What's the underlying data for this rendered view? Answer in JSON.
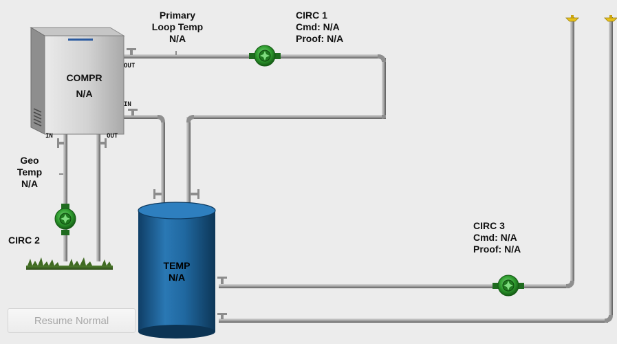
{
  "compressor": {
    "name": "COMPR",
    "value": "N/A",
    "out_port": "OUT",
    "in_port": "IN",
    "geo_in_port": "IN",
    "geo_out_port": "OUT"
  },
  "primary_loop": {
    "line1": "Primary",
    "line2": "Loop Temp",
    "value": "N/A"
  },
  "circ1": {
    "name": "CIRC 1",
    "cmd": "Cmd: N/A",
    "proof": "Proof: N/A"
  },
  "geo": {
    "line1": "Geo",
    "line2": "Temp",
    "value": "N/A"
  },
  "circ2": {
    "name": "CIRC 2"
  },
  "tank": {
    "name": "TEMP",
    "value": "N/A"
  },
  "circ3": {
    "name": "CIRC 3",
    "cmd": "Cmd: N/A",
    "proof": "Proof: N/A"
  },
  "resume_button": {
    "label": "Resume Normal"
  },
  "colors": {
    "background": "#ececec",
    "pipe": "#9a9a9a",
    "pump": "#2e9a2e",
    "tank": "#1f5e8e",
    "valve_tip": "#e8c11a"
  }
}
